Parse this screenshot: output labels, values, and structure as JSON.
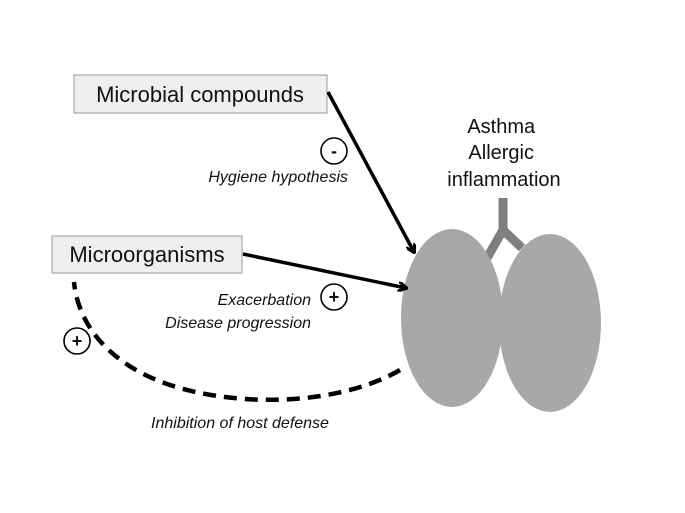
{
  "nodes": {
    "microbial_compounds": "Microbial compounds",
    "microorganisms": "Microorganisms",
    "outcome": [
      "Asthma",
      "Allergic",
      "inflammation"
    ]
  },
  "edges": [
    {
      "from": "Microbial compounds",
      "to": "lungs",
      "sign": "-",
      "label": [
        "Hygiene hypothesis"
      ]
    },
    {
      "from": "Microorganisms",
      "to": "lungs",
      "sign": "+",
      "label": [
        "Exacerbation",
        "Disease progression"
      ]
    },
    {
      "from": "lungs",
      "to": "Microorganisms",
      "sign": "+",
      "style": "dashed",
      "label": [
        "Inhibition of host defense"
      ]
    }
  ],
  "colors": {
    "box_fill": "#efefef",
    "box_border": "#9a9a9a",
    "lung": "#a8a8a8",
    "airway": "#7f7f7f",
    "arrow": "#000000"
  }
}
